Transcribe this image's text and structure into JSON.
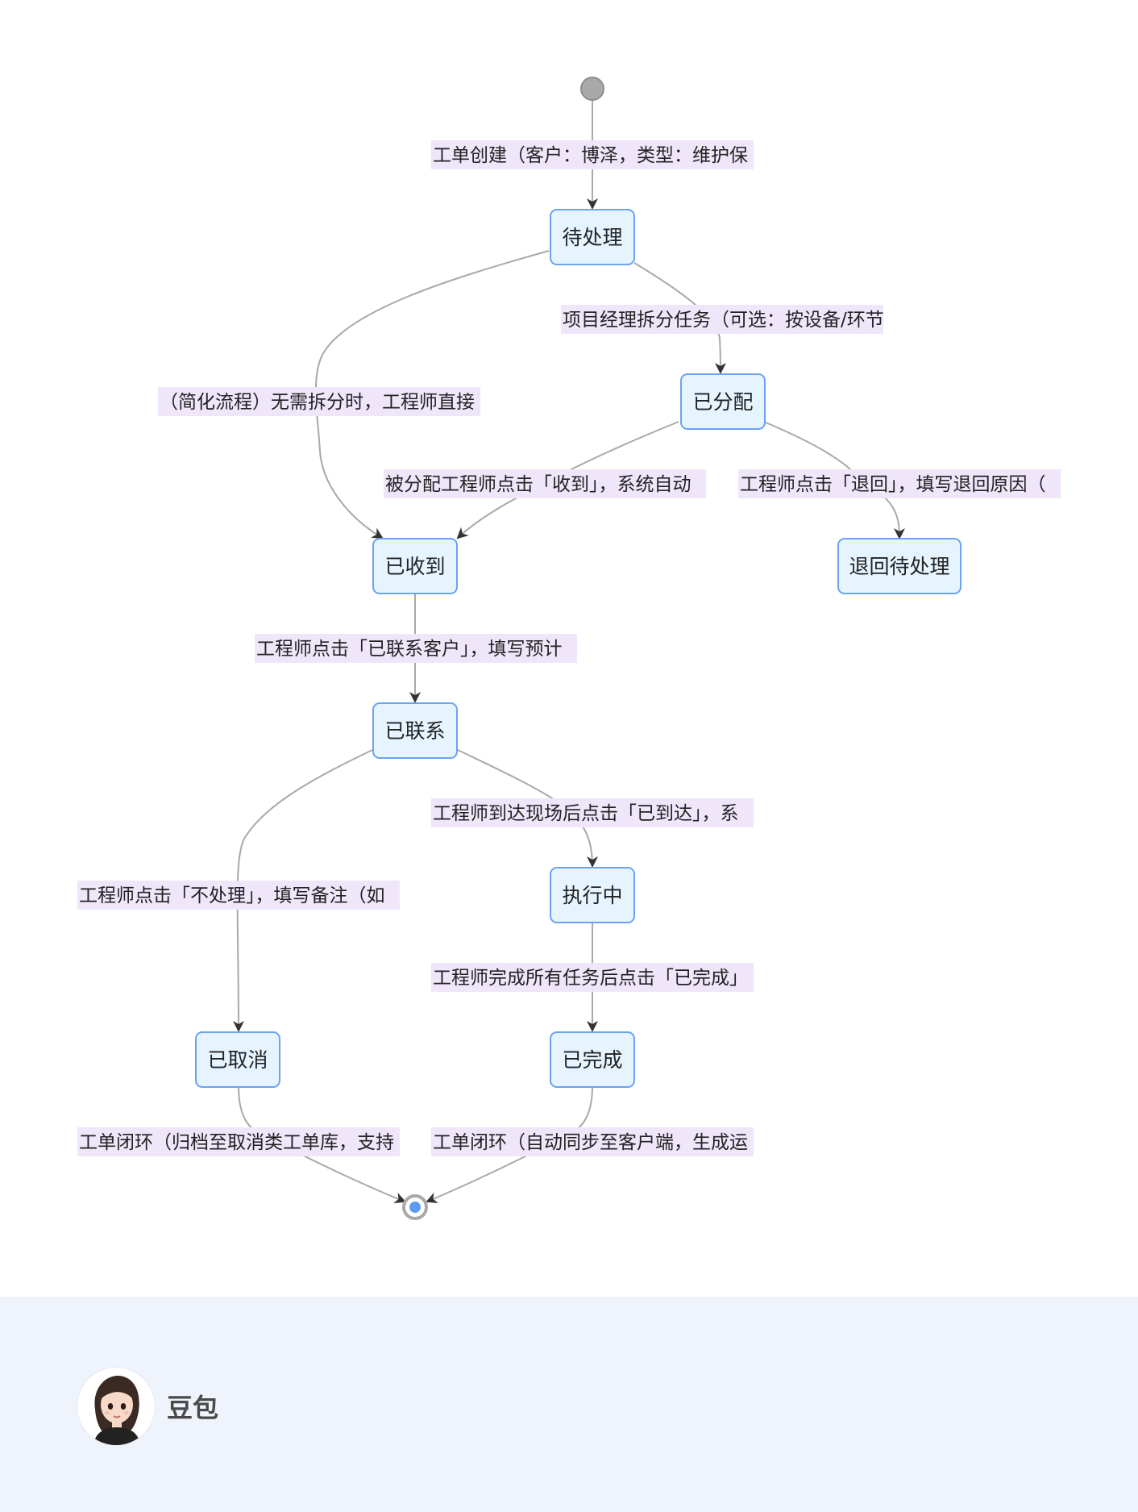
{
  "diagram": {
    "states": {
      "pending": "待处理",
      "assigned": "已分配",
      "received": "已收到",
      "returned_pending": "退回待处理",
      "contacted": "已联系",
      "executing": "执行中",
      "cancelled": "已取消",
      "completed": "已完成"
    },
    "transitions": {
      "create": "工单创建（客户：博泽，类型：维护保",
      "split": "项目经理拆分任务（可选：按设备/环节",
      "direct_receive": "（简化流程）无需拆分时，工程师直接",
      "confirm_receive": "被分配工程师点击「收到」，系统自动",
      "return": "工程师点击「退回」，填写退回原因（",
      "contact": "工程师点击「已联系客户」，填写预计",
      "arrive": "工程师到达现场后点击「已到达」，系",
      "not_handle": "工程师点击「不处理」，填写备注（如",
      "finish": "工程师完成所有任务后点击「已完成」",
      "close_cancel": "工单闭环（归档至取消类工单库，支持",
      "close_complete": "工单闭环（自动同步至客户端，生成运"
    },
    "colors": {
      "state_fill": "#e6f4ff",
      "state_border": "#6aa3f0",
      "label_bg": "#efe6fa",
      "edge": "#a9a9a9",
      "end_dot": "#5b9bf5"
    }
  },
  "footer": {
    "assistant_name": "豆包",
    "avatar_icon": "doubao-avatar"
  }
}
